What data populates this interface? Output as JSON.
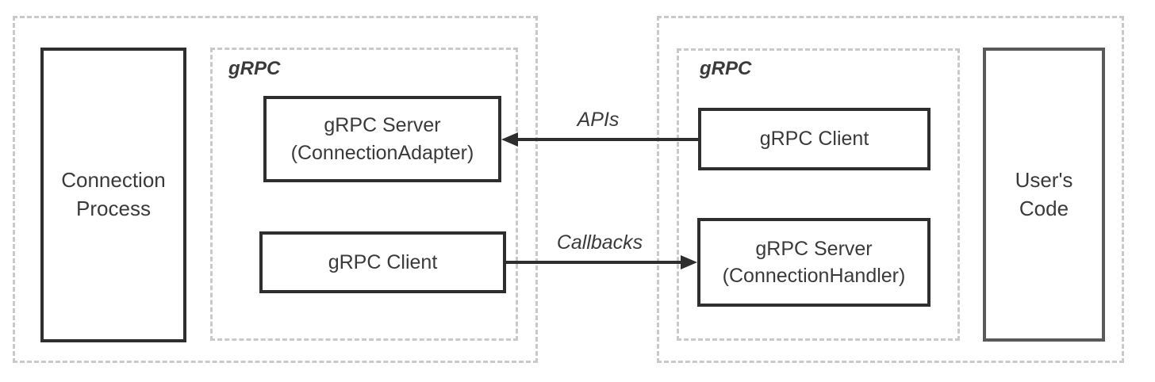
{
  "colors": {
    "background": "#ffffff",
    "dashed_border": "#c9c9c9",
    "solid_border": "#2e2e2e",
    "users_code_border": "#595959",
    "text": "#3a3a3a",
    "arrow": "#2e2e2e"
  },
  "left_group": {
    "process_box": {
      "label": "Connection\nProcess"
    },
    "grpc_container": {
      "label": "gRPC",
      "server_box": {
        "label": "gRPC Server\n(ConnectionAdapter)"
      },
      "client_box": {
        "label": "gRPC Client"
      }
    }
  },
  "right_group": {
    "grpc_container": {
      "label": "gRPC",
      "client_box": {
        "label": "gRPC Client"
      },
      "server_box": {
        "label": "gRPC Server\n(ConnectionHandler)"
      }
    },
    "users_code_box": {
      "label": "User's\nCode"
    }
  },
  "arrows": {
    "apis": {
      "label": "APIs",
      "direction": "right-to-left"
    },
    "callbacks": {
      "label": "Callbacks",
      "direction": "left-to-right"
    }
  }
}
